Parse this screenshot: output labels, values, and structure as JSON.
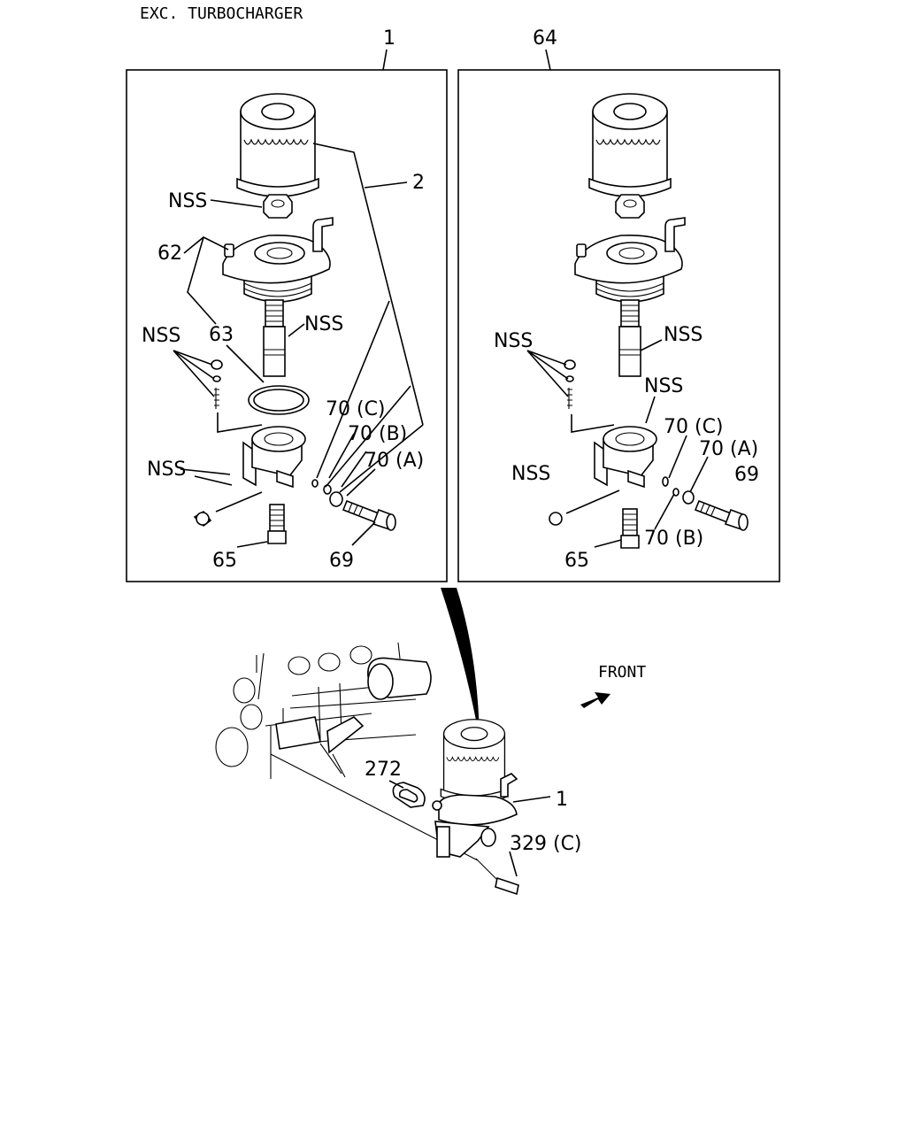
{
  "header": {
    "title": "EXC. TURBOCHARGER"
  },
  "panel_left": {
    "ref": "1",
    "labels": {
      "filter": "2",
      "nut": "NSS",
      "head": "62",
      "oring": "63",
      "stud": "NSS",
      "small_parts": "NSS",
      "plugs": "NSS",
      "seal_c": "70 (C)",
      "seal_b": "70 (B)",
      "seal_a": "70 (A)",
      "valve": "65",
      "bolt": "69"
    }
  },
  "panel_right": {
    "ref": "64",
    "labels": {
      "small_parts": "NSS",
      "stud": "NSS",
      "bracket": "NSS",
      "plug": "NSS",
      "seal_c": "70 (C)",
      "seal_a": "70 (A)",
      "bolt": "69",
      "seal_b": "70 (B)",
      "valve": "65"
    }
  },
  "engine_view": {
    "direction": "FRONT",
    "gasket": "272",
    "assembly": "1",
    "bolt": "329 (C)"
  }
}
